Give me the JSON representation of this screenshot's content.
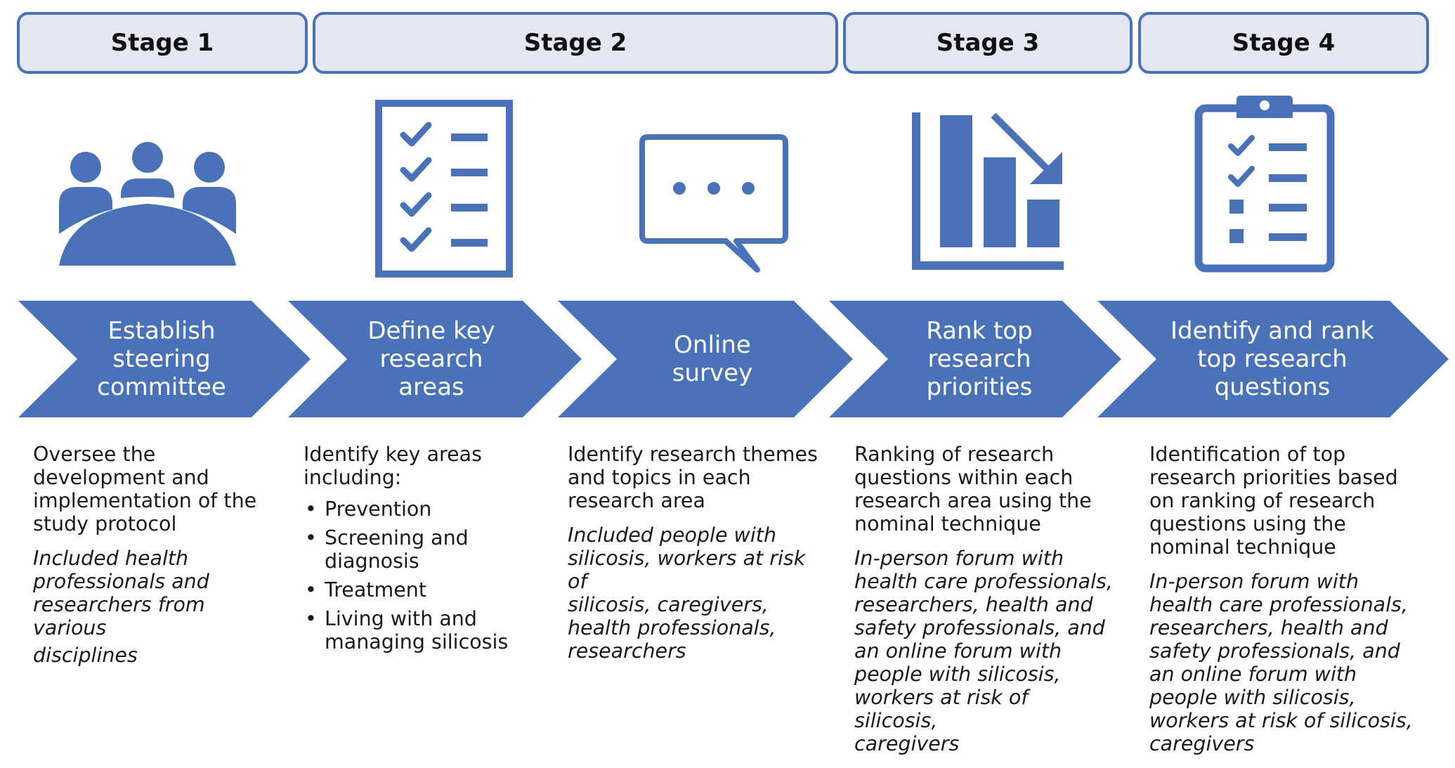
{
  "stages": [
    {
      "label": "Stage 1"
    },
    {
      "label": "Stage 2"
    },
    {
      "label": "Stage 3"
    },
    {
      "label": "Stage 4"
    }
  ],
  "steps": [
    {
      "lines": [
        "Establish",
        "steering",
        "committee"
      ],
      "icon": "people-meeting-icon"
    },
    {
      "lines": [
        "Define key",
        "research",
        "areas"
      ],
      "icon": "checklist-icon"
    },
    {
      "lines": [
        "Online",
        "survey"
      ],
      "icon": "chat-bubble-icon"
    },
    {
      "lines": [
        "Rank top",
        "research",
        "priorities"
      ],
      "icon": "ranking-bar-chart-icon"
    },
    {
      "lines": [
        "Identify and rank",
        "top research",
        "questions"
      ],
      "icon": "clipboard-checklist-icon"
    }
  ],
  "columns": [
    {
      "desc": [
        "Oversee the",
        "development and",
        "implementation of the",
        "study protocol"
      ],
      "note": [
        "Included health",
        "professionals and",
        "researchers from various",
        "disciplines"
      ]
    },
    {
      "desc": [
        "Identify key areas",
        "including:"
      ],
      "bullets": [
        [
          "Prevention"
        ],
        [
          "Screening and",
          "diagnosis"
        ],
        [
          "Treatment"
        ],
        [
          "Living with and",
          "managing silicosis"
        ]
      ]
    },
    {
      "desc": [
        "Identify research themes",
        "and topics in each",
        "research area"
      ],
      "note": [
        "Included people with",
        "silicosis, workers at risk of",
        "silicosis, caregivers,",
        "health professionals,",
        "researchers"
      ]
    },
    {
      "desc": [
        "Ranking of research",
        "questions within each",
        "research area using the",
        "nominal technique"
      ],
      "note": [
        "In-person forum with",
        "health care professionals,",
        "researchers, health and",
        "safety professionals, and",
        "an online forum with",
        "people with silicosis,",
        "workers at risk of silicosis,",
        "caregivers"
      ]
    },
    {
      "desc": [
        "Identification of top",
        "research priorities based",
        "on ranking of research",
        "questions using the",
        "nominal technique"
      ],
      "note": [
        "In-person forum with",
        "health care professionals,",
        "researchers, health and",
        "safety professionals, and",
        "an online forum with",
        "people with silicosis,",
        "workers at risk of silicosis,",
        "caregivers"
      ]
    }
  ],
  "colors": {
    "accent": "#4a72b8",
    "stage_fill": "#e4e6f2"
  }
}
